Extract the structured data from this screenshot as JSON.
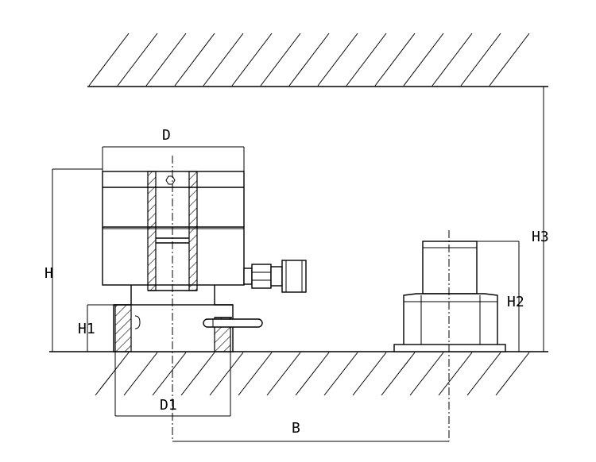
{
  "labels": {
    "d": "D",
    "h": "H",
    "h1": "H1",
    "d1": "D1",
    "b": "B",
    "h2": "H2",
    "h3": "H3"
  }
}
